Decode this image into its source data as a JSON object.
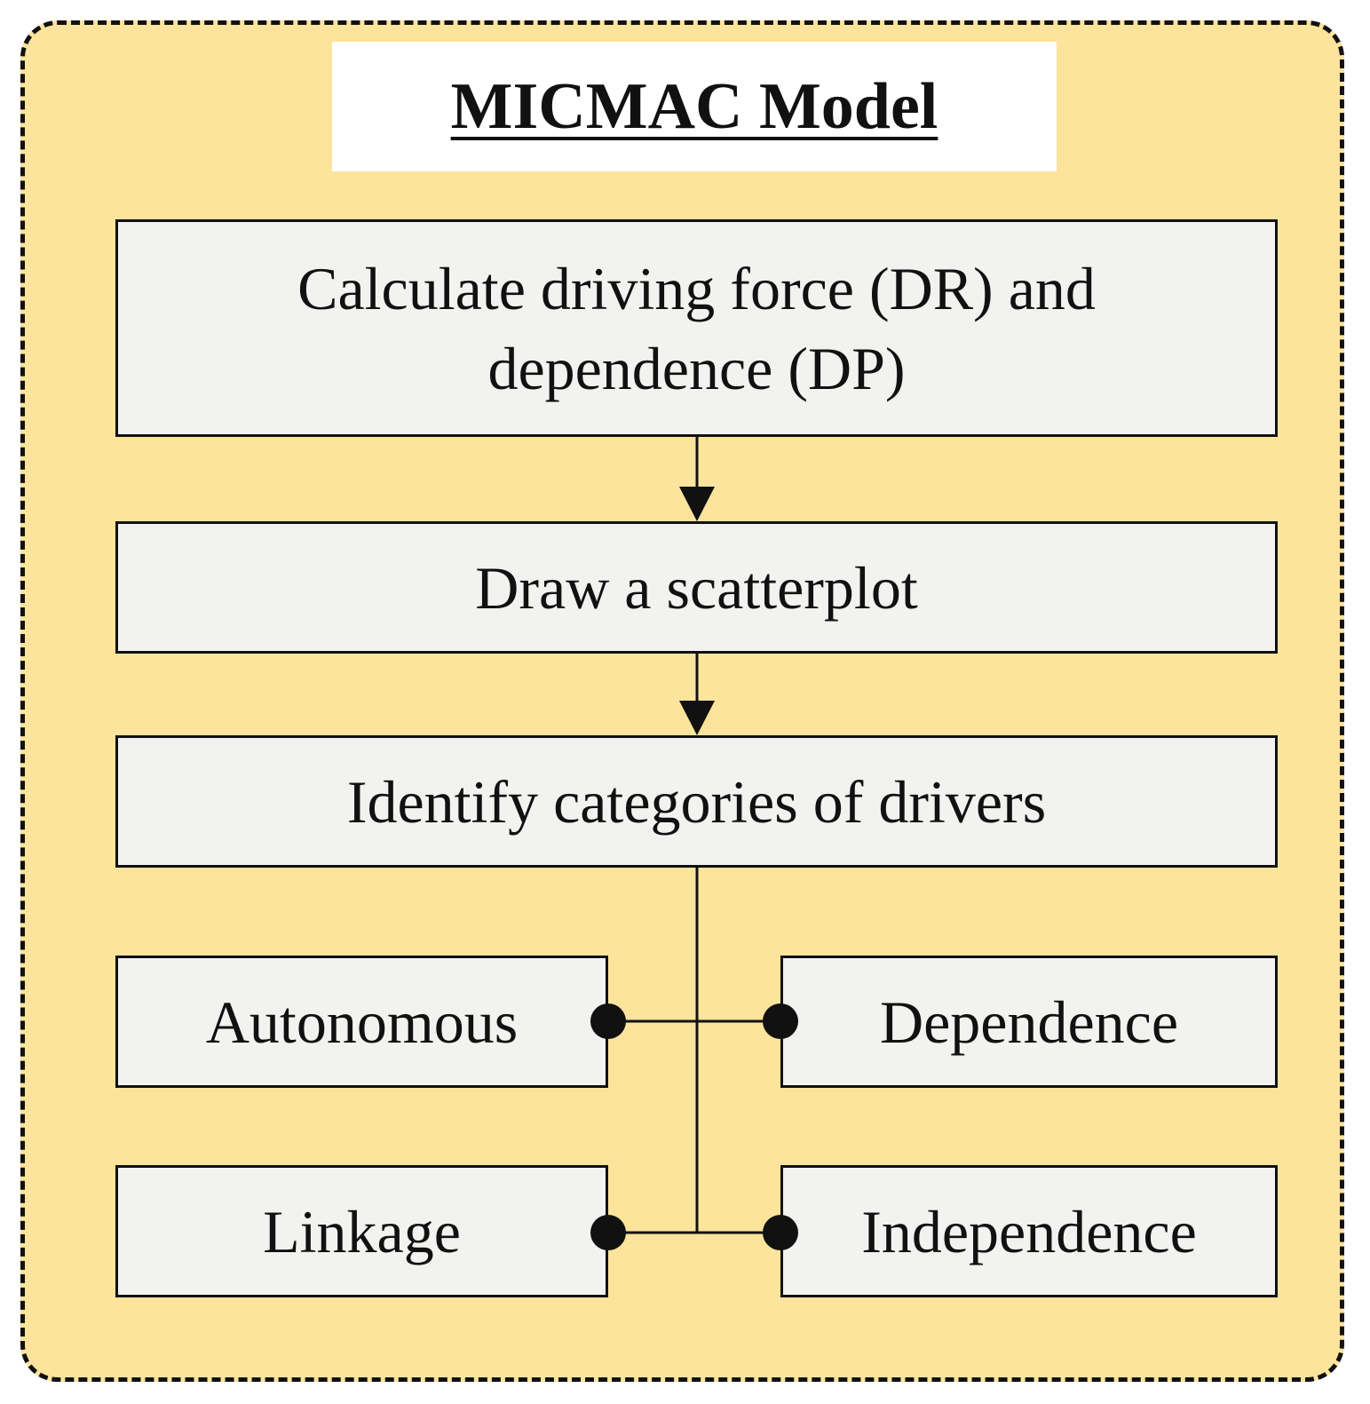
{
  "title": "MICMAC Model",
  "steps": {
    "calculate": "Calculate driving force (DR) and dependence (DP)",
    "scatterplot": "Draw a scatterplot",
    "identify": "Identify categories of drivers"
  },
  "categories": {
    "autonomous": "Autonomous",
    "dependence": "Dependence",
    "linkage": "Linkage",
    "independence": "Independence"
  },
  "colors": {
    "frame_fill": "#fde49c",
    "box_fill": "#f2f2f0",
    "stroke": "#111111"
  }
}
